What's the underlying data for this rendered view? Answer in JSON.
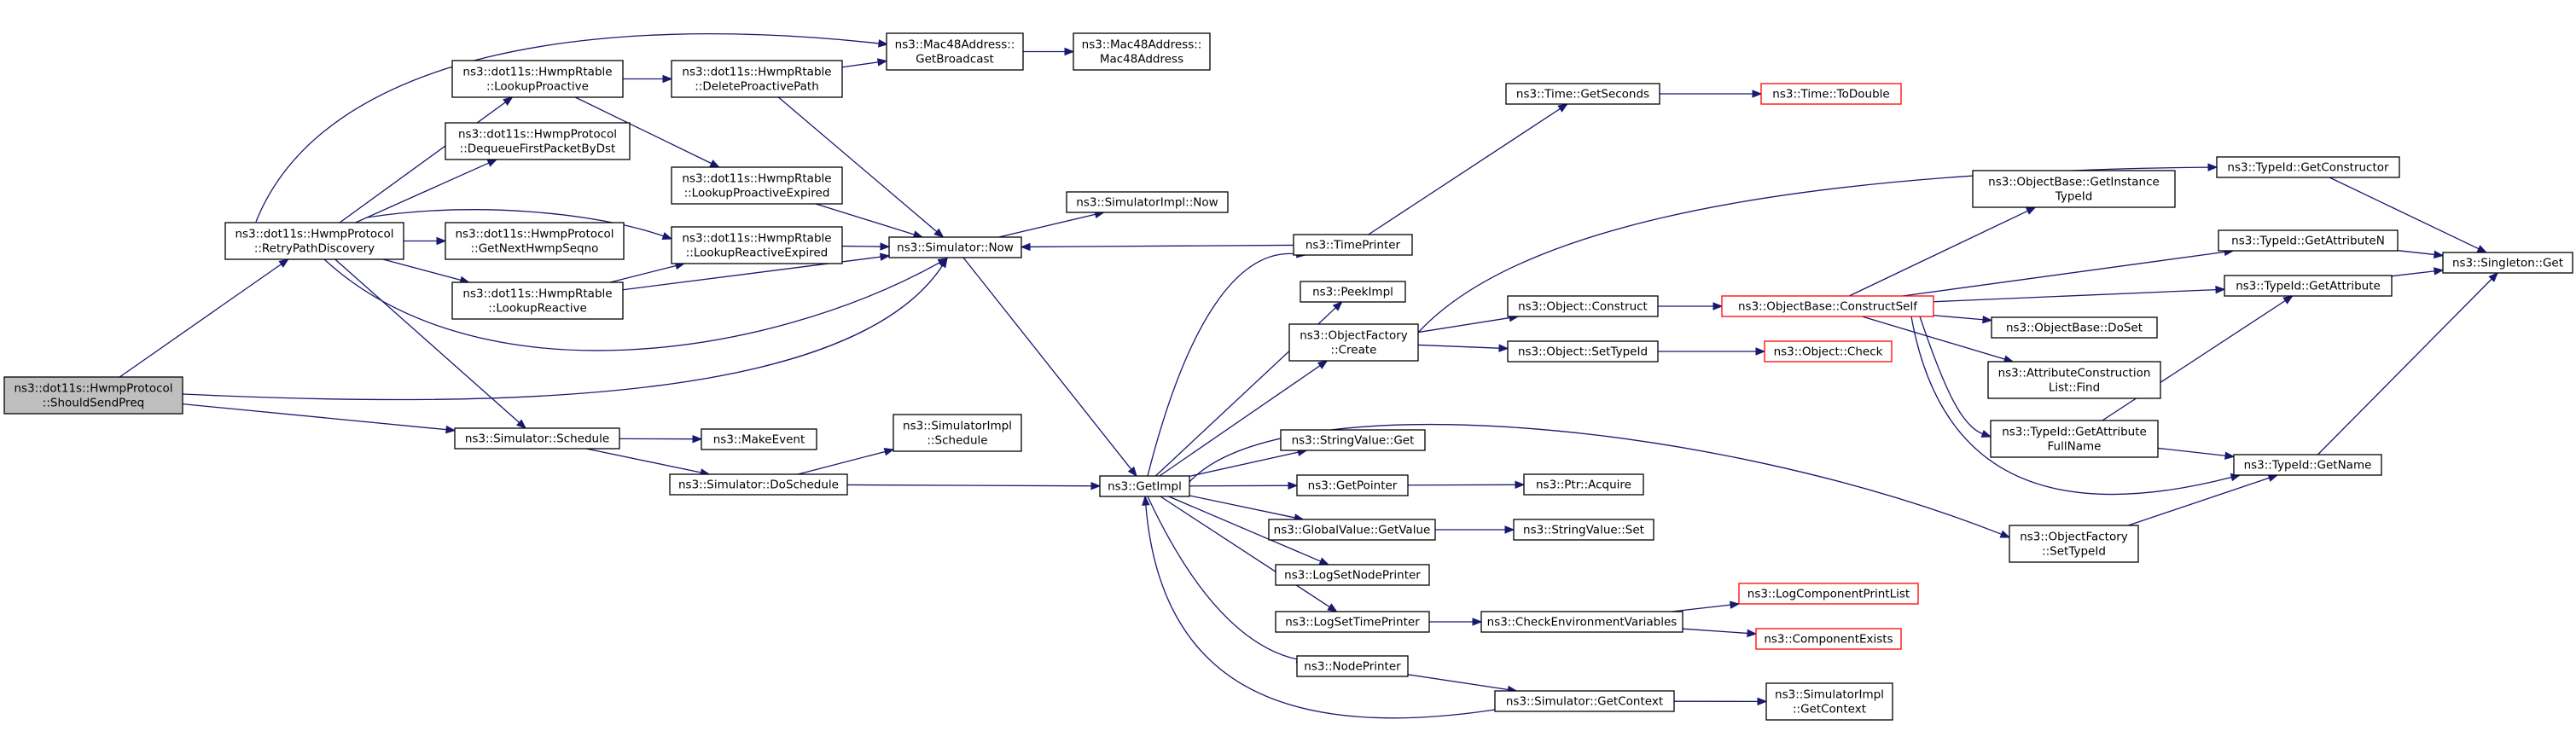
{
  "colors": {
    "edge": "#191970",
    "node_border": "#000000",
    "truncated_border": "#ff0000",
    "root_fill": "#bfbfbf",
    "background": "#ffffff"
  },
  "nodes": {
    "shouldsendpreq": [
      "ns3::dot11s::HwmpProtocol",
      "::ShouldSendPreq"
    ],
    "retrypathdiscovery": [
      "ns3::dot11s::HwmpProtocol",
      "::RetryPathDiscovery"
    ],
    "lookupproactive": [
      "ns3::dot11s::HwmpRtable",
      "::LookupProactive"
    ],
    "dequeuefirstpacketbydst": [
      "ns3::dot11s::HwmpProtocol",
      "::DequeueFirstPacketByDst"
    ],
    "getnexthwmpseqno": [
      "ns3::dot11s::HwmpProtocol",
      "::GetNextHwmpSeqno"
    ],
    "lookupreactive": [
      "ns3::dot11s::HwmpRtable",
      "::LookupReactive"
    ],
    "simulator_schedule": [
      "ns3::Simulator::Schedule"
    ],
    "deleteproactivepath": [
      "ns3::dot11s::HwmpRtable",
      "::DeleteProactivePath"
    ],
    "lookupproactiveexpired": [
      "ns3::dot11s::HwmpRtable",
      "::LookupProactiveExpired"
    ],
    "lookupreactiveexpired": [
      "ns3::dot11s::HwmpRtable",
      "::LookupReactiveExpired"
    ],
    "makeevent": [
      "ns3::MakeEvent"
    ],
    "doschedule": [
      "ns3::Simulator::DoSchedule"
    ],
    "getbroadcast": [
      "ns3::Mac48Address::",
      "GetBroadcast"
    ],
    "mac48address": [
      "ns3::Mac48Address::",
      "Mac48Address"
    ],
    "simulator_now": [
      "ns3::Simulator::Now"
    ],
    "simulatorimpl_now": [
      "ns3::SimulatorImpl::Now"
    ],
    "simulatorimpl_schedule": [
      "ns3::SimulatorImpl",
      "::Schedule"
    ],
    "getimpl": [
      "ns3::GetImpl"
    ],
    "timeprinter": [
      "ns3::TimePrinter"
    ],
    "peekimpl": [
      "ns3::PeekImpl"
    ],
    "objectfactory_create": [
      "ns3::ObjectFactory",
      "::Create"
    ],
    "stringvalue_get": [
      "ns3::StringValue::Get"
    ],
    "getpointer": [
      "ns3::GetPointer"
    ],
    "globalvalue_getvalue": [
      "ns3::GlobalValue::GetValue"
    ],
    "logsetnodeprinter": [
      "ns3::LogSetNodePrinter"
    ],
    "logsettimeprinter": [
      "ns3::LogSetTimePrinter"
    ],
    "nodeprinter": [
      "ns3::NodePrinter"
    ],
    "time_getseconds": [
      "ns3::Time::GetSeconds"
    ],
    "time_todouble": [
      "ns3::Time::ToDouble"
    ],
    "object_construct": [
      "ns3::Object::Construct"
    ],
    "object_settypeid": [
      "ns3::Object::SetTypeId"
    ],
    "ptr_acquire": [
      "ns3::Ptr::Acquire"
    ],
    "stringvalue_set": [
      "ns3::StringValue::Set"
    ],
    "checkenvironmentvariables": [
      "ns3::CheckEnvironmentVariables"
    ],
    "simulator_getcontext": [
      "ns3::Simulator::GetContext"
    ],
    "objectbase_constructself": [
      "ns3::ObjectBase::ConstructSelf"
    ],
    "object_check": [
      "ns3::Object::Check"
    ],
    "logcomponentprintlist": [
      "ns3::LogComponentPrintList"
    ],
    "componentexists": [
      "ns3::ComponentExists"
    ],
    "simulatorimpl_getcontext": [
      "ns3::SimulatorImpl",
      "::GetContext"
    ],
    "getinstancetypeid": [
      "ns3::ObjectBase::GetInstance",
      "TypeId"
    ],
    "objectbase_doset": [
      "ns3::ObjectBase::DoSet"
    ],
    "attributeconstructionlist_find": [
      "ns3::AttributeConstruction",
      "List::Find"
    ],
    "typeid_getattributefullname": [
      "ns3::TypeId::GetAttribute",
      "FullName"
    ],
    "objectfactory_settypeid": [
      "ns3::ObjectFactory",
      "::SetTypeId"
    ],
    "typeid_getconstructor": [
      "ns3::TypeId::GetConstructor"
    ],
    "typeid_getattributen": [
      "ns3::TypeId::GetAttributeN"
    ],
    "typeid_getattribute": [
      "ns3::TypeId::GetAttribute"
    ],
    "typeid_getname": [
      "ns3::TypeId::GetName"
    ],
    "singleton_get": [
      "ns3::Singleton::Get"
    ]
  },
  "edges": [
    [
      "shouldsendpreq",
      "retrypathdiscovery"
    ],
    [
      "shouldsendpreq",
      "simulator_schedule"
    ],
    [
      "shouldsendpreq",
      "simulator_now"
    ],
    [
      "retrypathdiscovery",
      "lookupproactive"
    ],
    [
      "retrypathdiscovery",
      "dequeuefirstpacketbydst"
    ],
    [
      "retrypathdiscovery",
      "getnexthwmpseqno"
    ],
    [
      "retrypathdiscovery",
      "lookupreactive"
    ],
    [
      "retrypathdiscovery",
      "simulator_schedule"
    ],
    [
      "retrypathdiscovery",
      "getbroadcast"
    ],
    [
      "retrypathdiscovery",
      "lookupreactiveexpired"
    ],
    [
      "retrypathdiscovery",
      "simulator_now"
    ],
    [
      "lookupproactive",
      "deleteproactivepath"
    ],
    [
      "lookupproactive",
      "lookupproactiveexpired"
    ],
    [
      "lookupreactive",
      "lookupreactiveexpired"
    ],
    [
      "lookupreactive",
      "simulator_now"
    ],
    [
      "deleteproactivepath",
      "getbroadcast"
    ],
    [
      "deleteproactivepath",
      "simulator_now"
    ],
    [
      "lookupproactiveexpired",
      "simulator_now"
    ],
    [
      "lookupreactiveexpired",
      "simulator_now"
    ],
    [
      "getbroadcast",
      "mac48address"
    ],
    [
      "simulator_schedule",
      "makeevent"
    ],
    [
      "simulator_schedule",
      "doschedule"
    ],
    [
      "doschedule",
      "simulatorimpl_schedule"
    ],
    [
      "doschedule",
      "getimpl"
    ],
    [
      "simulator_now",
      "simulatorimpl_now"
    ],
    [
      "simulator_now",
      "getimpl"
    ],
    [
      "timeprinter",
      "simulator_now"
    ],
    [
      "timeprinter",
      "time_getseconds"
    ],
    [
      "time_getseconds",
      "time_todouble"
    ],
    [
      "getimpl",
      "timeprinter"
    ],
    [
      "getimpl",
      "peekimpl"
    ],
    [
      "getimpl",
      "objectfactory_create"
    ],
    [
      "getimpl",
      "stringvalue_get"
    ],
    [
      "getimpl",
      "getpointer"
    ],
    [
      "getimpl",
      "globalvalue_getvalue"
    ],
    [
      "getimpl",
      "logsetnodeprinter"
    ],
    [
      "getimpl",
      "logsettimeprinter"
    ],
    [
      "getimpl",
      "nodeprinter"
    ],
    [
      "getimpl",
      "objectfactory_settypeid"
    ],
    [
      "objectfactory_create",
      "object_construct"
    ],
    [
      "objectfactory_create",
      "object_settypeid"
    ],
    [
      "objectfactory_create",
      "typeid_getconstructor"
    ],
    [
      "getpointer",
      "ptr_acquire"
    ],
    [
      "globalvalue_getvalue",
      "stringvalue_set"
    ],
    [
      "logsettimeprinter",
      "checkenvironmentvariables"
    ],
    [
      "nodeprinter",
      "simulator_getcontext"
    ],
    [
      "simulator_getcontext",
      "getimpl"
    ],
    [
      "simulator_getcontext",
      "simulatorimpl_getcontext"
    ],
    [
      "checkenvironmentvariables",
      "logcomponentprintlist"
    ],
    [
      "checkenvironmentvariables",
      "componentexists"
    ],
    [
      "object_construct",
      "objectbase_constructself"
    ],
    [
      "object_settypeid",
      "object_check"
    ],
    [
      "objectbase_constructself",
      "getinstancetypeid"
    ],
    [
      "objectbase_constructself",
      "typeid_getattributen"
    ],
    [
      "objectbase_constructself",
      "typeid_getattribute"
    ],
    [
      "objectbase_constructself",
      "objectbase_doset"
    ],
    [
      "objectbase_constructself",
      "attributeconstructionlist_find"
    ],
    [
      "objectbase_constructself",
      "typeid_getattributefullname"
    ],
    [
      "objectbase_constructself",
      "typeid_getname"
    ],
    [
      "typeid_getattributefullname",
      "typeid_getattribute"
    ],
    [
      "typeid_getattributefullname",
      "typeid_getname"
    ],
    [
      "objectfactory_settypeid",
      "typeid_getname"
    ],
    [
      "typeid_getconstructor",
      "singleton_get"
    ],
    [
      "typeid_getattributen",
      "singleton_get"
    ],
    [
      "typeid_getattribute",
      "singleton_get"
    ],
    [
      "typeid_getname",
      "singleton_get"
    ]
  ]
}
